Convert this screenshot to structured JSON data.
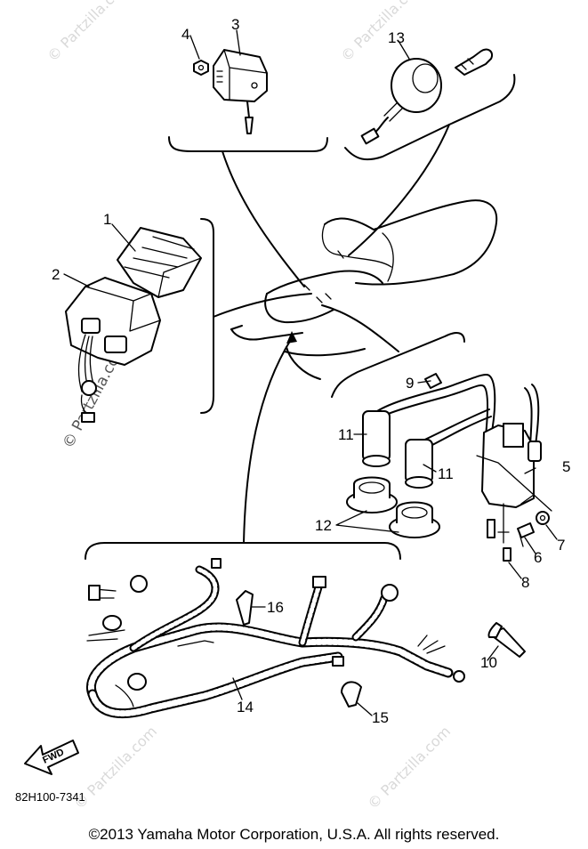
{
  "diagram": {
    "callouts": [
      "1",
      "2",
      "3",
      "4",
      "5",
      "6",
      "7",
      "8",
      "9",
      "10",
      "11",
      "11",
      "12",
      "13",
      "14",
      "15",
      "16"
    ],
    "fwd_label": "FWD",
    "watermark": "© Partzilla.com",
    "diagram_code": "82H100-7341",
    "copyright": "©2013  Yamaha Motor Corporation, U.S.A. All rights reserved."
  }
}
